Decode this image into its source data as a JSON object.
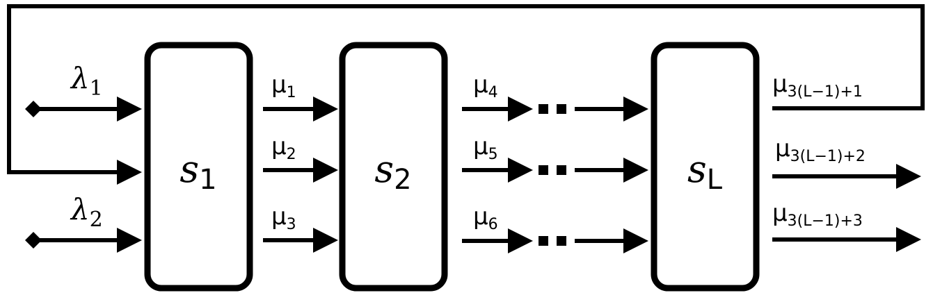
{
  "blocks": [
    {
      "main": "s",
      "sub": "1"
    },
    {
      "main": "s",
      "sub": "2"
    },
    {
      "main": "s",
      "sub": "L"
    }
  ],
  "inputs": [
    {
      "main": "λ",
      "sub": "1"
    },
    {
      "main": "λ",
      "sub": "2"
    }
  ],
  "rates": [
    {
      "main": "μ",
      "sub": "1"
    },
    {
      "main": "μ",
      "sub": "2"
    },
    {
      "main": "μ",
      "sub": "3"
    },
    {
      "main": "μ",
      "sub": "4"
    },
    {
      "main": "μ",
      "sub": "5"
    },
    {
      "main": "μ",
      "sub": "6"
    }
  ],
  "outputs": [
    {
      "main": "μ",
      "sub": "3(L−1)+1"
    },
    {
      "main": "μ",
      "sub": "3(L−1)+2"
    },
    {
      "main": "μ",
      "sub": "3(L−1)+3"
    }
  ]
}
